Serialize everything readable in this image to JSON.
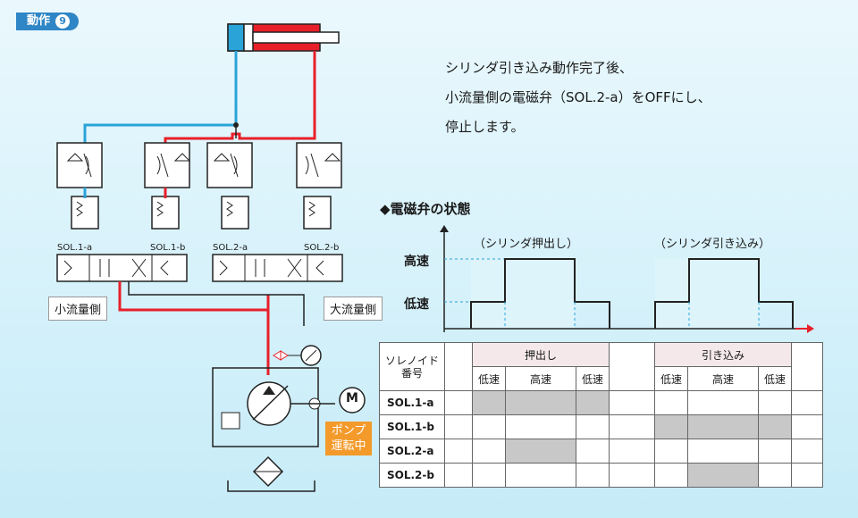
{
  "badge": {
    "label": "動作",
    "number": "9"
  },
  "description": [
    "シリンダ引き込み動作完了後、",
    "小流量側の電磁弁（SOL.2-a）をOFFにし、",
    "停止します。"
  ],
  "labels": {
    "small_flow": "小流量側",
    "large_flow": "大流量側",
    "pump_line1": "ポンプ",
    "pump_line2": "運転中",
    "sol1a": "SOL.1-a",
    "sol1b": "SOL.1-b",
    "sol2a": "SOL.2-a",
    "sol2b": "SOL.2-b",
    "motor": "M"
  },
  "state": {
    "title": "◆電磁弁の状態",
    "push_label": "（シリンダ押出し）",
    "retract_label": "（シリンダ引き込み）",
    "high": "高速",
    "low": "低速"
  },
  "colors": {
    "accent_blue": "#2f86c6",
    "line_blue": "#2aa4d8",
    "line_red": "#e8202a",
    "pump_orange": "#f39a2b"
  },
  "table": {
    "header_row1": [
      "ソレノイド",
      "押出し",
      "引き込み"
    ],
    "header_row1b": "番号",
    "header_row2": [
      "低速",
      "高速",
      "低速",
      "低速",
      "高速",
      "低速"
    ],
    "rows": [
      {
        "name": "SOL.1-a"
      },
      {
        "name": "SOL.1-b"
      },
      {
        "name": "SOL.2-a"
      },
      {
        "name": "SOL.2-b"
      }
    ]
  }
}
